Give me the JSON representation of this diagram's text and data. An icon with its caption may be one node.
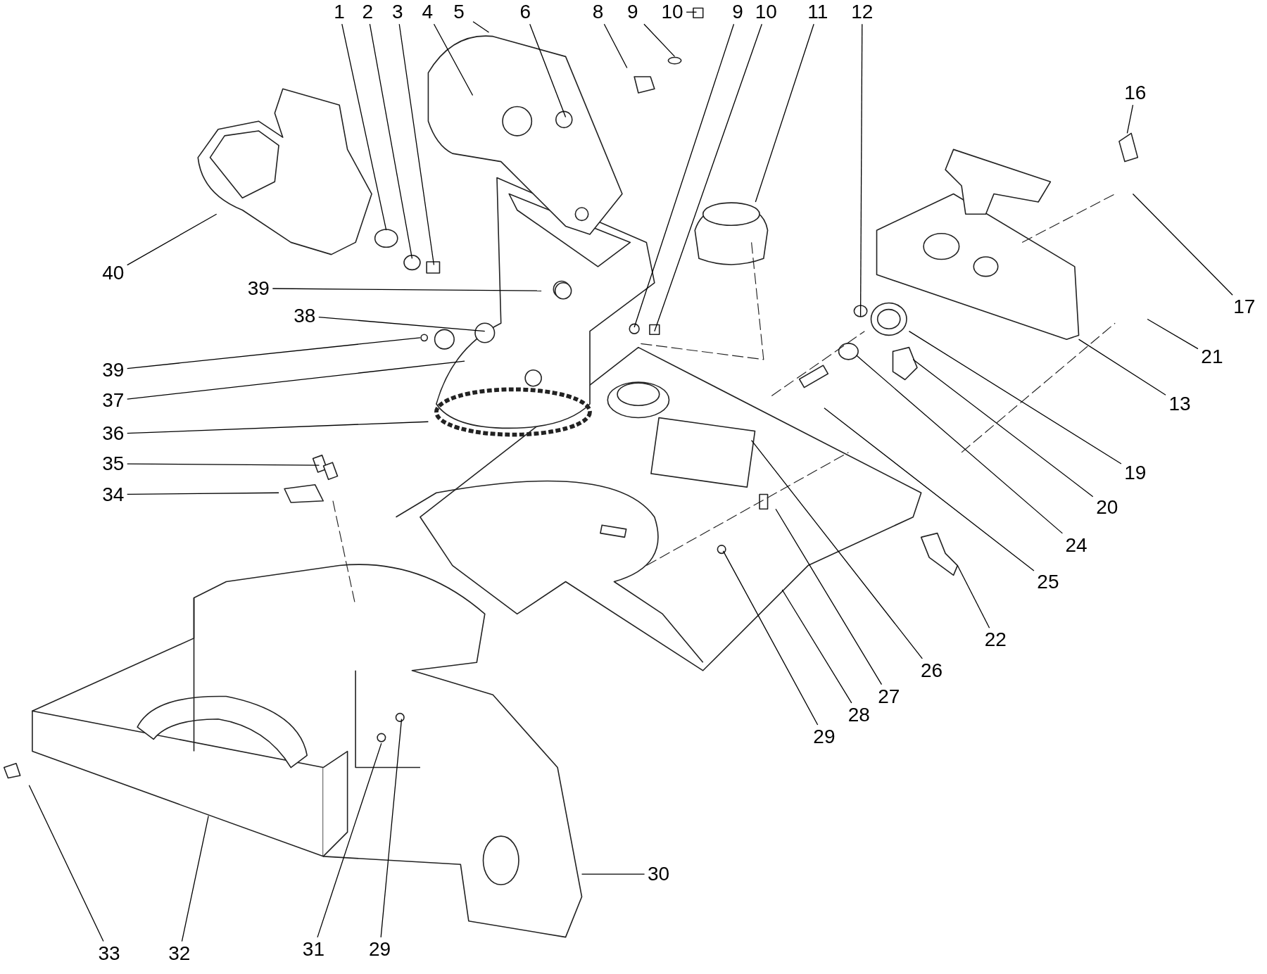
{
  "diagram": {
    "nodes": [
      {
        "text": [
          "1"
        ]
      },
      {
        "text": [
          "2"
        ]
      },
      {
        "text": [
          "3"
        ]
      },
      {
        "text": [
          "4"
        ]
      },
      {
        "text": [
          "5"
        ]
      },
      {
        "text": [
          "6"
        ]
      },
      {
        "text": [
          "8"
        ]
      },
      {
        "text": [
          "9"
        ]
      },
      {
        "text": [
          "10"
        ]
      },
      {
        "text": [
          "9"
        ]
      },
      {
        "text": [
          "10"
        ]
      },
      {
        "text": [
          "11"
        ]
      },
      {
        "text": [
          "12"
        ]
      },
      {
        "text": [
          "16"
        ]
      },
      {
        "text": [
          "17"
        ]
      },
      {
        "text": [
          "21"
        ]
      },
      {
        "text": [
          "13"
        ]
      },
      {
        "text": [
          "19"
        ]
      },
      {
        "text": [
          "20"
        ]
      },
      {
        "text": [
          "24"
        ]
      },
      {
        "text": [
          "25"
        ]
      },
      {
        "text": [
          "22"
        ]
      },
      {
        "text": [
          "26"
        ]
      },
      {
        "text": [
          "27"
        ]
      },
      {
        "text": [
          "28"
        ]
      },
      {
        "text": [
          "29"
        ]
      },
      {
        "text": [
          "30"
        ]
      },
      {
        "text": [
          "29"
        ]
      },
      {
        "text": [
          "31"
        ]
      },
      {
        "text": [
          "32"
        ]
      },
      {
        "text": [
          "33"
        ]
      },
      {
        "text": [
          "40"
        ]
      },
      {
        "text": [
          "39"
        ]
      },
      {
        "text": [
          "38"
        ]
      },
      {
        "text": [
          "39"
        ]
      },
      {
        "text": [
          "37"
        ]
      },
      {
        "text": [
          "36"
        ]
      },
      {
        "text": [
          "35"
        ]
      },
      {
        "text": [
          "34"
        ]
      }
    ],
    "edges": [
      {
        "from": 0,
        "to": null,
        "arrow": "none"
      },
      {
        "from": 1,
        "to": null,
        "arrow": "none"
      },
      {
        "from": 2,
        "to": null,
        "arrow": "none"
      },
      {
        "from": 3,
        "to": null,
        "arrow": "none"
      },
      {
        "from": 4,
        "to": null,
        "arrow": "none"
      },
      {
        "from": 5,
        "to": null,
        "arrow": "none"
      },
      {
        "from": 6,
        "to": null,
        "arrow": "none"
      },
      {
        "from": 7,
        "to": null,
        "arrow": "none"
      },
      {
        "from": 8,
        "to": null,
        "arrow": "none"
      },
      {
        "from": 9,
        "to": null,
        "arrow": "none"
      },
      {
        "from": 10,
        "to": null,
        "arrow": "none"
      },
      {
        "from": 11,
        "to": null,
        "arrow": "none"
      },
      {
        "from": 12,
        "to": null,
        "arrow": "none"
      },
      {
        "from": 13,
        "to": null,
        "arrow": "none"
      },
      {
        "from": 14,
        "to": null,
        "arrow": "none"
      },
      {
        "from": 15,
        "to": null,
        "arrow": "none"
      },
      {
        "from": 16,
        "to": null,
        "arrow": "none"
      },
      {
        "from": 17,
        "to": null,
        "arrow": "none"
      },
      {
        "from": 18,
        "to": null,
        "arrow": "none"
      },
      {
        "from": 19,
        "to": null,
        "arrow": "none"
      },
      {
        "from": 20,
        "to": null,
        "arrow": "none"
      },
      {
        "from": 21,
        "to": null,
        "arrow": "none"
      },
      {
        "from": 22,
        "to": null,
        "arrow": "none"
      },
      {
        "from": 23,
        "to": null,
        "arrow": "none"
      },
      {
        "from": 24,
        "to": null,
        "arrow": "none"
      },
      {
        "from": 25,
        "to": null,
        "arrow": "none"
      },
      {
        "from": 26,
        "to": null,
        "arrow": "none"
      },
      {
        "from": 27,
        "to": null,
        "arrow": "none"
      },
      {
        "from": 28,
        "to": null,
        "arrow": "none"
      },
      {
        "from": 29,
        "to": null,
        "arrow": "none"
      },
      {
        "from": 30,
        "to": null,
        "arrow": "none"
      },
      {
        "from": 31,
        "to": null,
        "arrow": "none"
      },
      {
        "from": 32,
        "to": null,
        "arrow": "none"
      },
      {
        "from": 33,
        "to": null,
        "arrow": "none"
      },
      {
        "from": 34,
        "to": null,
        "arrow": "none"
      },
      {
        "from": 35,
        "to": null,
        "arrow": "none"
      },
      {
        "from": 36,
        "to": null,
        "arrow": "none"
      },
      {
        "from": 37,
        "to": null,
        "arrow": "none"
      },
      {
        "from": 38,
        "to": null,
        "arrow": "none"
      }
    ]
  }
}
